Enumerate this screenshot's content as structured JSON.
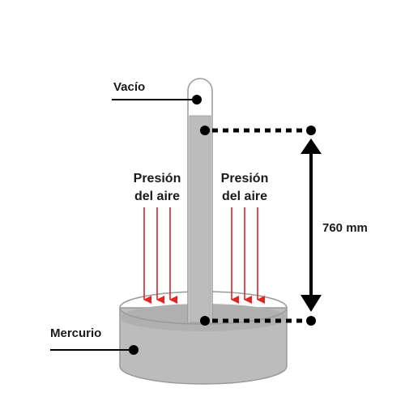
{
  "labels": {
    "vacuum": "Vacío",
    "air_pressure_left_line1": "Presión",
    "air_pressure_left_line2": "del aire",
    "air_pressure_right_line1": "Presión",
    "air_pressure_right_line2": "del aire",
    "height": "760 mm",
    "mercury": "Mercurio"
  },
  "colors": {
    "mercury_fill": "#bcbcbc",
    "mercury_top": "#a9a9a9",
    "glass_fill": "#ffffff",
    "outline": "#9a9a9a",
    "arrow": "#e02424",
    "line": "#000000"
  }
}
